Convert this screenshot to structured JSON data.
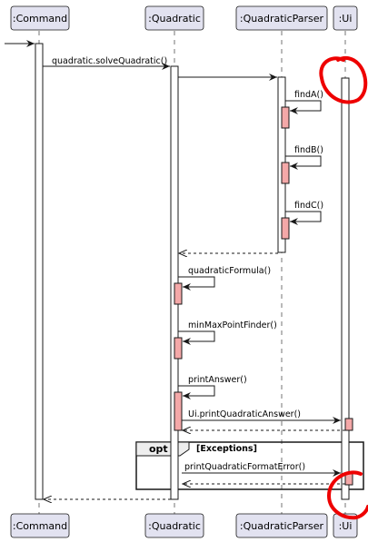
{
  "participants": [
    ":Command",
    ":Quadratic",
    ":QuadraticParser",
    ":Ui"
  ],
  "messages": {
    "solve_quadratic": "quadratic.solveQuadratic()",
    "find_a": "findA()",
    "find_b": "findB()",
    "find_c": "findC()",
    "quadratic_formula": "quadraticFormula()",
    "min_max_point_finder": "minMaxPointFinder()",
    "print_answer": "printAnswer()",
    "ui_print_quadratic_answer": "Ui.printQuadraticAnswer()",
    "print_quadratic_format_error": "printQuadraticFormatError()"
  },
  "fragment": {
    "operator": "opt",
    "guard": "[Exceptions]"
  },
  "colors": {
    "participant_fill": "#e2e2f0",
    "participant_border": "#181818",
    "activation_fill": "#ffffff",
    "self_activation_fill": "#f4a8a8",
    "annotation_circle": "#ee0000"
  }
}
